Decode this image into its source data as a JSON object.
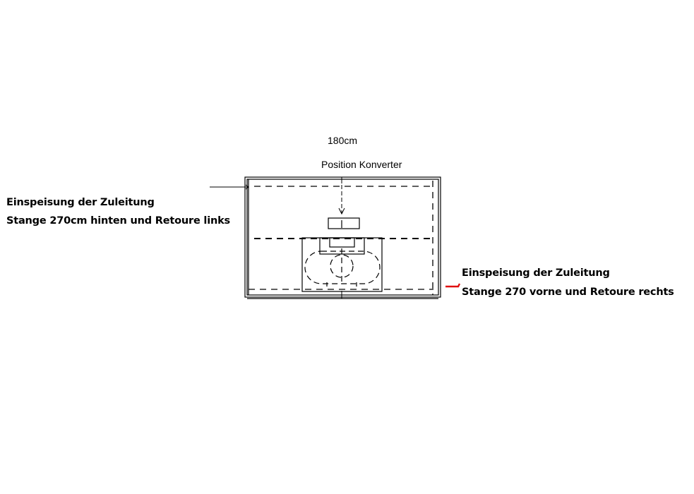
{
  "diagram": {
    "width_label": "180cm",
    "converter_label": "Position Konverter",
    "left_note": {
      "line1": "Einspeisung der Zuleitung",
      "line2": "Stange 270cm hinten und Retoure links"
    },
    "right_note": {
      "line1": "Einspeisung der Zuleitung",
      "line2": "Stange 270 vorne und Retoure rechts"
    },
    "colors": {
      "line": "#000000",
      "marker_right": "#e01010",
      "background": "#ffffff"
    }
  }
}
